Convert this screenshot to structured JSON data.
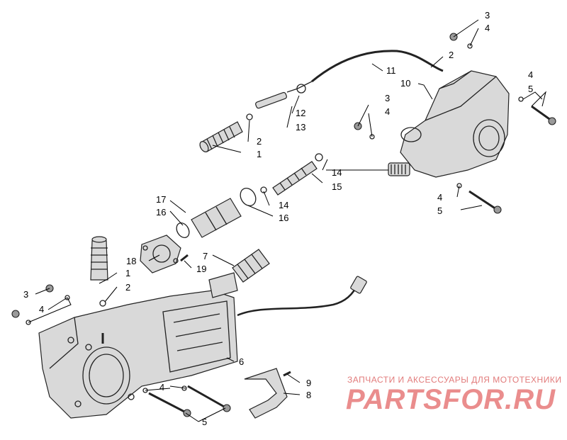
{
  "callouts": [
    {
      "id": "c3a",
      "text": "3"
    },
    {
      "id": "c4a",
      "text": "4"
    },
    {
      "id": "c2a",
      "text": "2"
    },
    {
      "id": "c11",
      "text": "11"
    },
    {
      "id": "c10",
      "text": "10"
    },
    {
      "id": "c4b",
      "text": "4"
    },
    {
      "id": "c5a",
      "text": "5"
    },
    {
      "id": "c3b",
      "text": "3"
    },
    {
      "id": "c4c",
      "text": "4"
    },
    {
      "id": "c12",
      "text": "12"
    },
    {
      "id": "c13",
      "text": "13"
    },
    {
      "id": "c2b",
      "text": "2"
    },
    {
      "id": "c1a",
      "text": "1"
    },
    {
      "id": "c14a",
      "text": "14"
    },
    {
      "id": "c15",
      "text": "15"
    },
    {
      "id": "c4d",
      "text": "4"
    },
    {
      "id": "c5b",
      "text": "5"
    },
    {
      "id": "c17",
      "text": "17"
    },
    {
      "id": "c16a",
      "text": "16"
    },
    {
      "id": "c14b",
      "text": "14"
    },
    {
      "id": "c16b",
      "text": "16"
    },
    {
      "id": "c7",
      "text": "7"
    },
    {
      "id": "c18",
      "text": "18"
    },
    {
      "id": "c19",
      "text": "19"
    },
    {
      "id": "c1b",
      "text": "1"
    },
    {
      "id": "c2c",
      "text": "2"
    },
    {
      "id": "c3c",
      "text": "3"
    },
    {
      "id": "c4e",
      "text": "4"
    },
    {
      "id": "c6",
      "text": "6"
    },
    {
      "id": "c9",
      "text": "9"
    },
    {
      "id": "c8",
      "text": "8"
    },
    {
      "id": "c4f",
      "text": "4"
    },
    {
      "id": "c5c",
      "text": "5"
    }
  ],
  "watermark": {
    "tagline": "ЗАПЧАСТИ И АКСЕССУАРЫ ДЛЯ МОТОТЕХНИКИ",
    "logo": "PARTSFOR.RU"
  },
  "colors": {
    "watermark": "#e27b7b",
    "ink": "#222222"
  }
}
